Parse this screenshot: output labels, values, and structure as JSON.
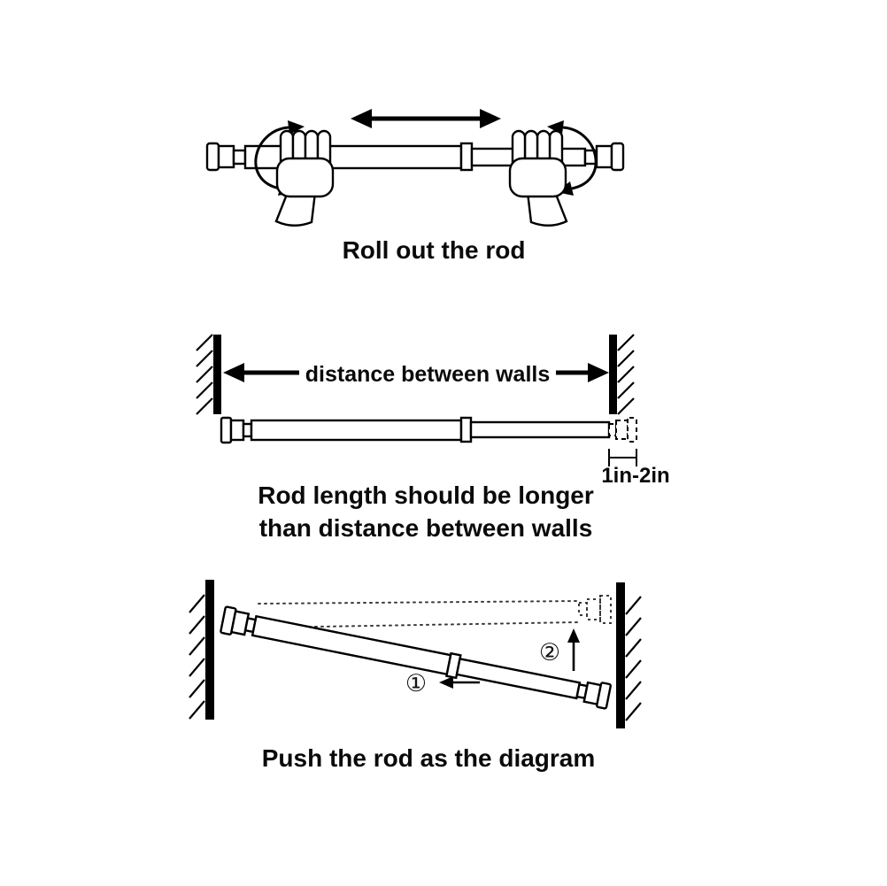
{
  "colors": {
    "ink": "#000000",
    "background": "#ffffff"
  },
  "steps": {
    "roll": {
      "caption": "Roll out the rod"
    },
    "measure": {
      "distance_label": "distance between walls",
      "gap_label": "1in-2in",
      "caption_line1": "Rod length should be longer",
      "caption_line2": "than distance between walls"
    },
    "push": {
      "marker1": "①",
      "marker2": "②",
      "caption": "Push the rod as the diagram"
    }
  }
}
